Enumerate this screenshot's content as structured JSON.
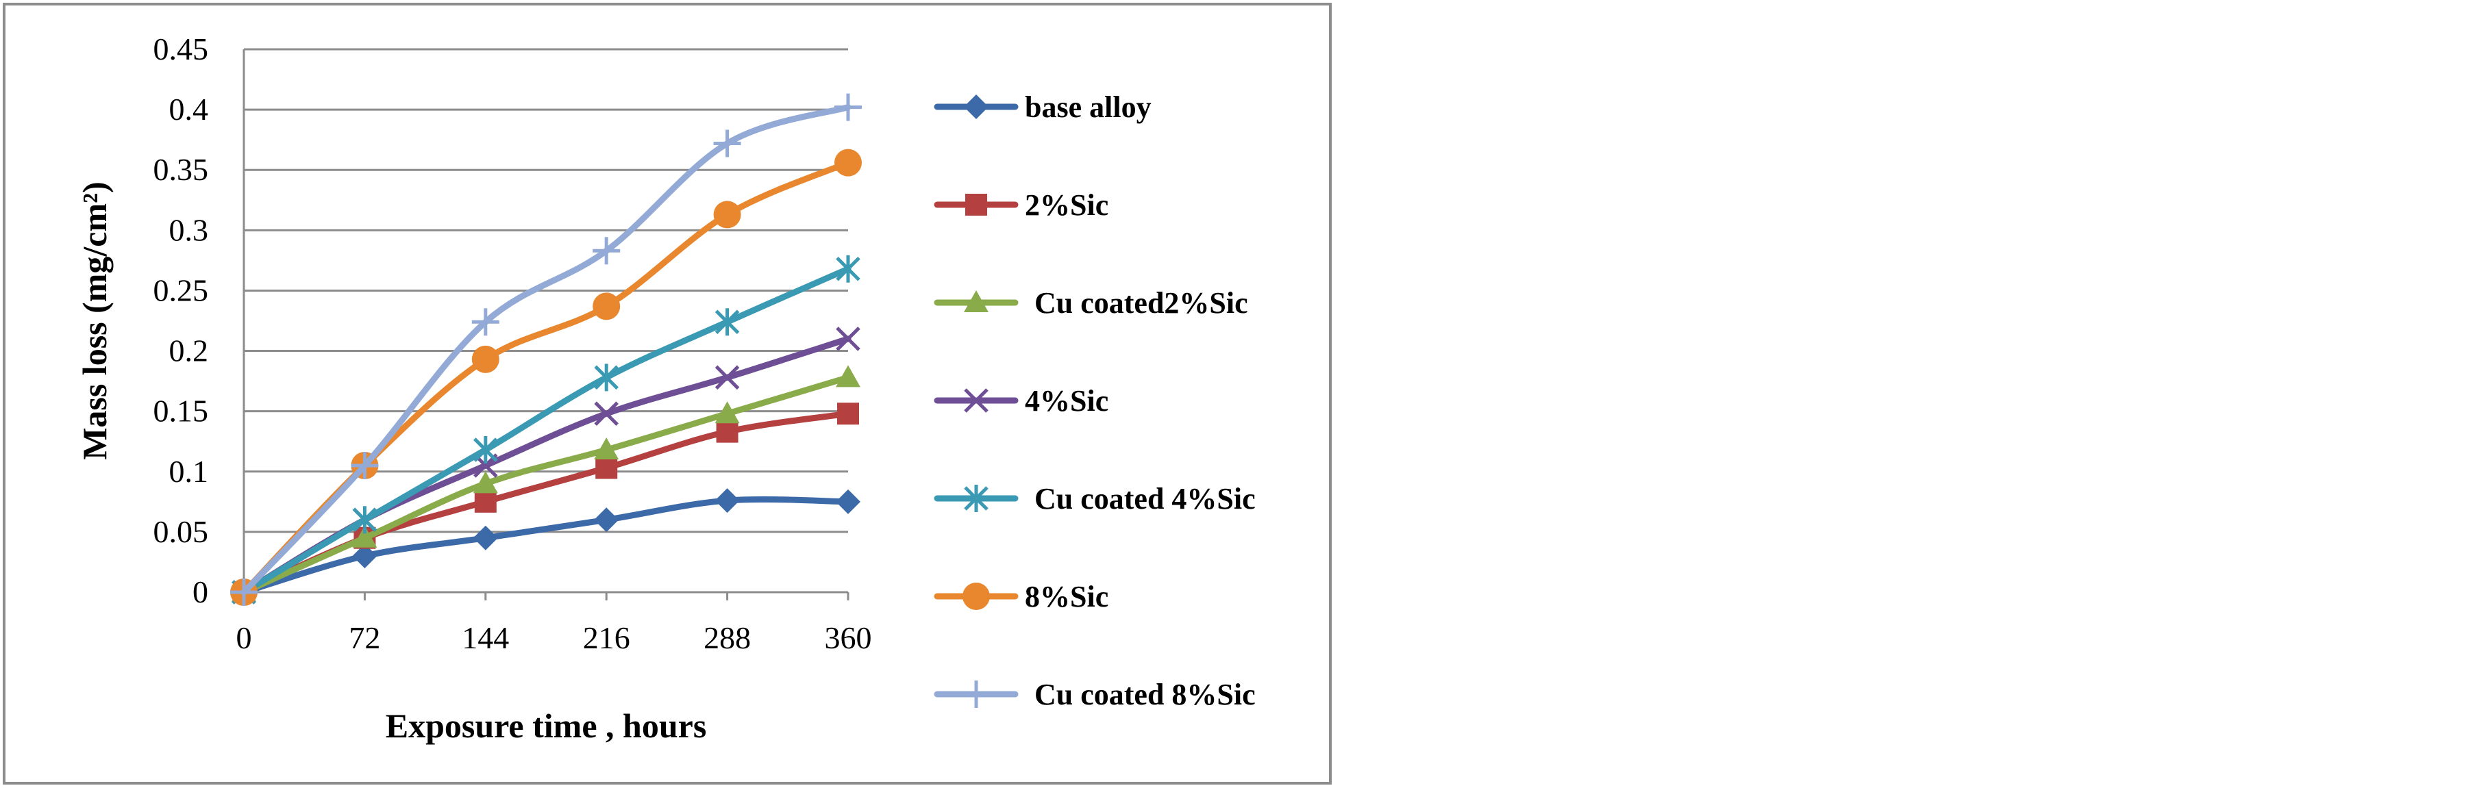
{
  "chart_data": {
    "type": "line",
    "x": [
      0,
      72,
      144,
      216,
      288,
      360
    ],
    "xlabel": "Exposure time , hours",
    "ylabel": "Mass loss  (mg/cm²)",
    "ylim": [
      0,
      0.45
    ],
    "yticks": [
      "0",
      "0.05",
      "0.1",
      "0.15",
      "0.2",
      "0.25",
      "0.3",
      "0.35",
      "0.4",
      "0.45"
    ],
    "xticks": [
      "0",
      "72",
      "144",
      "216",
      "288",
      "360"
    ],
    "grid": "horizontal",
    "legend_position": "right",
    "series": [
      {
        "name": "base alloy",
        "color": "#3c6aa8",
        "marker": "diamond",
        "values": [
          0,
          0.03,
          0.045,
          0.06,
          0.076,
          0.075
        ]
      },
      {
        "name": "2%Sic",
        "color": "#b54040",
        "marker": "square",
        "values": [
          0,
          0.045,
          0.075,
          0.103,
          0.133,
          0.148
        ]
      },
      {
        "name": "Cu coated2%Sic",
        "color": "#8aab4a",
        "marker": "triangle",
        "values": [
          0,
          0.045,
          0.09,
          0.118,
          0.148,
          0.178
        ]
      },
      {
        "name": "4%Sic",
        "color": "#6e4e94",
        "marker": "x",
        "values": [
          0,
          0.06,
          0.105,
          0.148,
          0.178,
          0.21
        ]
      },
      {
        "name": "Cu coated 4%Sic",
        "color": "#3a9ab3",
        "marker": "asterisk",
        "values": [
          0,
          0.06,
          0.118,
          0.178,
          0.224,
          0.268
        ]
      },
      {
        "name": "8%Sic",
        "color": "#e8872e",
        "marker": "circle",
        "values": [
          0,
          0.105,
          0.193,
          0.237,
          0.313,
          0.356
        ]
      },
      {
        "name": "Cu coated 8%Sic",
        "color": "#94aad6",
        "marker": "plus",
        "values": [
          0,
          0.105,
          0.224,
          0.283,
          0.372,
          0.402
        ]
      }
    ]
  }
}
